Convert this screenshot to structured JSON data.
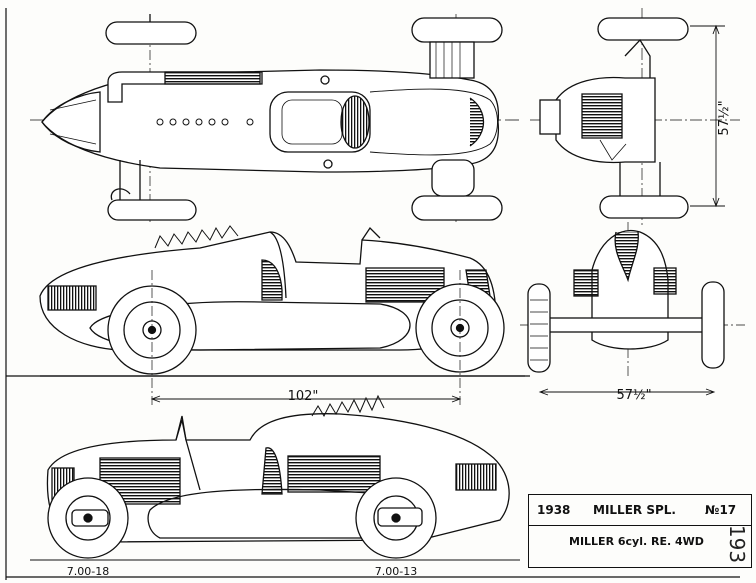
{
  "drawing": {
    "top_view": {
      "label": ""
    },
    "front_view": {
      "dimension_height": "57½\""
    },
    "side_view": {
      "dimension_wheelbase": "102\""
    },
    "rear_view": {
      "dimension_track": "57½\""
    },
    "bottom_view": {
      "tire_left": "7.00-18",
      "tire_right": "7.00-13"
    }
  },
  "title_block": {
    "year": "1938",
    "name": "MILLER SPL.",
    "number": "№17",
    "subtitle": "MILLER 6cyl. RE. 4WD"
  },
  "edge_note": "193"
}
